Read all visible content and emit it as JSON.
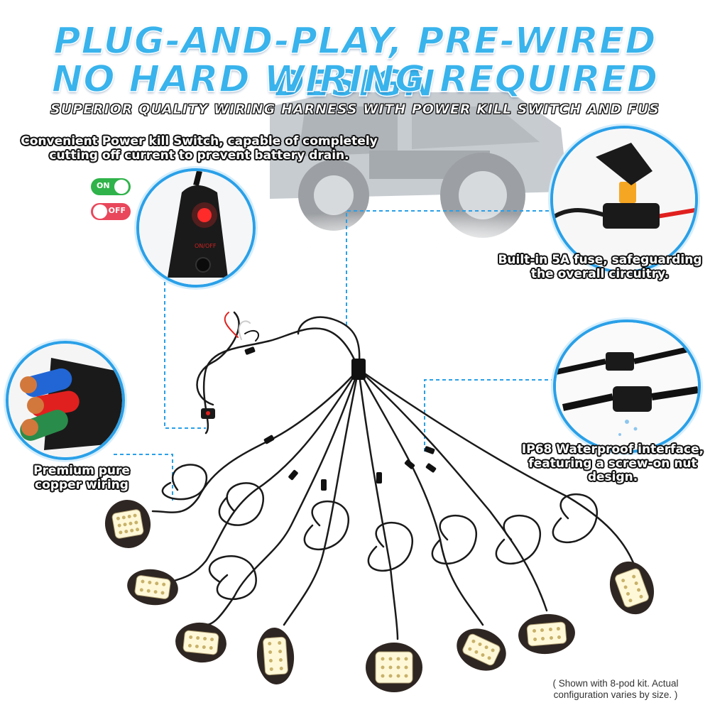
{
  "headline": {
    "line1": "PLUG-AND-PLAY, PRE-WIRED DESIGN",
    "line2": "NO HARD WIRING REQUIRED",
    "subtitle": "SUPERIOR QUALITY WIRING HARNESS WITH POWER KILL SWITCH AND FUS"
  },
  "features": {
    "kill_switch": {
      "text": "Convenient Power kill Switch, capable of completely cutting off current to prevent battery drain.",
      "toggle_on_label": "ON",
      "toggle_off_label": "OFF",
      "switch_label": "ON/OFF"
    },
    "fuse": {
      "text": "Built-in 5A fuse, safeguarding the overall circuitry."
    },
    "copper": {
      "text": "Premium pure copper wiring"
    },
    "waterproof": {
      "text": "IP68 Waterproof interface, featuring a screw-on nut design."
    }
  },
  "footnote": "( Shown with 8-pod kit. Actual configuration varies by size. )",
  "colors": {
    "title_blue": "#39b3ec",
    "accent_blue": "#2aa0e8",
    "toggle_on": "#2fb34a",
    "toggle_off": "#e9475b",
    "led_white": "#fff8d8",
    "wire_red": "#e0201e"
  }
}
